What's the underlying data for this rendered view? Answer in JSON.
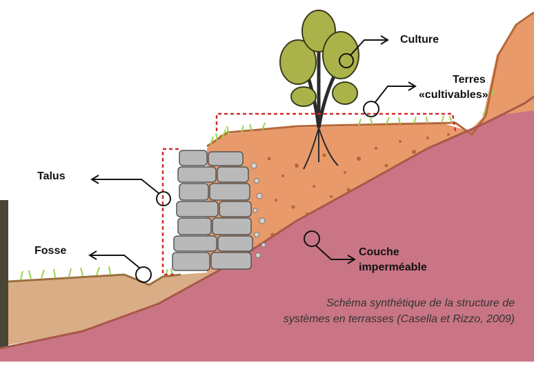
{
  "labels": {
    "culture": "Culture",
    "terres_line1": "Terres",
    "terres_line2": "«cultivables»",
    "talus": "Talus",
    "fosse": "Fosse",
    "couche_line1": "Couche",
    "couche_line2": "imperméable"
  },
  "caption": {
    "line1": "Schéma synthétique de la structure de",
    "line2": "systèmes en terrasses (Casella et Rizzo, 2009)"
  },
  "colors": {
    "soil": "#e89a6a",
    "soil_dark": "#b5673a",
    "subsoil": "#d9ad85",
    "bedrock_edge": "#c97585",
    "stone": "#b9b9b9",
    "grass": "#9ad34a",
    "foliage": "#aab34a",
    "trunk": "#2b2b2b",
    "dashed_outline": "#d42b2b",
    "arrow": "#111111"
  }
}
